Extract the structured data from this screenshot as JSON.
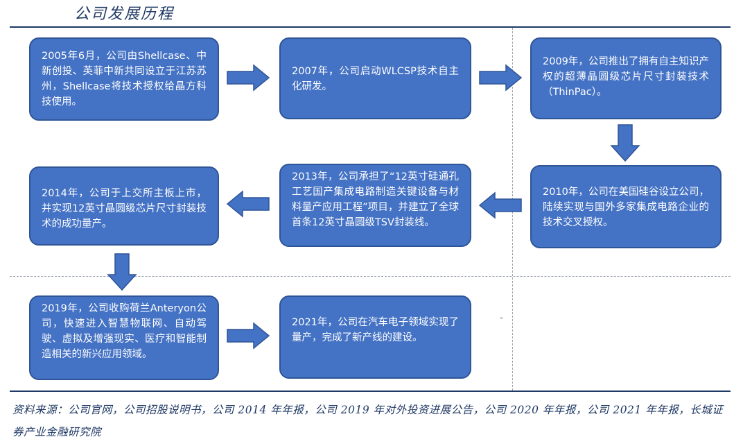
{
  "title": "公司发展历程",
  "boxes": [
    {
      "id": "b2005",
      "text": "2005年6月，公司由Shellcase、中新创投、英菲中新共同设立于江苏苏州，Shellcase将技术授权给晶方科技使用。"
    },
    {
      "id": "b2007",
      "text": "2007年，公司启动WLCSP技术自主化研发。"
    },
    {
      "id": "b2009",
      "text": "2009年，公司推出了拥有自主知识产权的超薄晶圆级芯片尺寸封装技术（ThinPac）。"
    },
    {
      "id": "b2014",
      "text": "2014年，公司于上交所主板上市，并实现12英寸晶圆级芯片尺寸封装技术的成功量产。"
    },
    {
      "id": "b2013",
      "text": "2013年，公司承担了“12英寸硅通孔工艺国产集成电路制造关键设备与材料量产应用工程”项目，并建立了全球首条12英寸晶圆级TSV封装线。"
    },
    {
      "id": "b2010",
      "text": "2010年，公司在美国硅谷设立公司，陆续实现与国外多家集成电路企业的技术交叉授权。"
    },
    {
      "id": "b2019",
      "text": "2019年，公司收购荷兰Anteryon公司，快速进入智慧物联网、自动驾驶、虚拟及增强现实、医疗和智能制造相关的新兴应用领域。"
    },
    {
      "id": "b2021",
      "text": "2021年，公司在汽车电子领域实现了量产，完成了新产线的建设。"
    }
  ],
  "source": "资料来源：公司官网，公司招股说明书，公司 2014 年年报，公司 2019 年对外投资进展公告，公司 2020 年年报，公司 2021 年年报，长城证券产业金融研究院",
  "colors": {
    "box_fill": "#4472c4",
    "box_border": "#2f5597",
    "title": "#1f3864"
  }
}
